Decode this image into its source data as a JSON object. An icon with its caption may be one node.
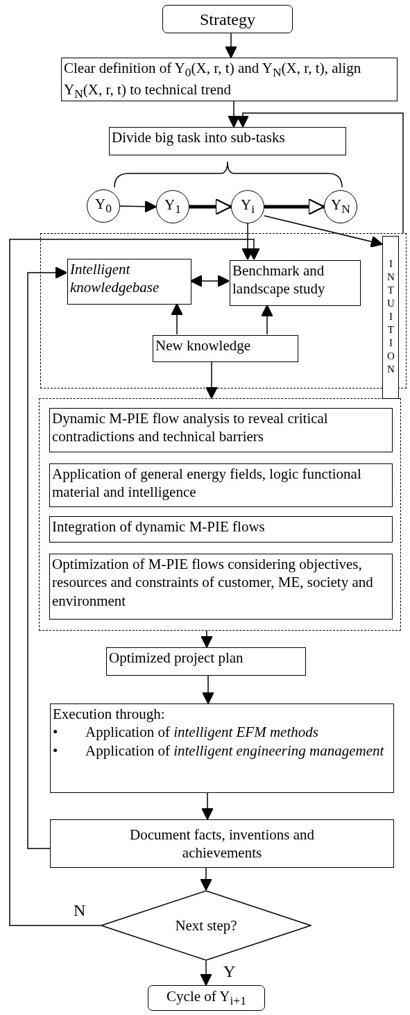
{
  "diagram": {
    "nodes": [
      {
        "text": [
          "Strategy"
        ]
      },
      {
        "text": [
          "Clear definition of Y$_{0}$(X, r, t) and Y$_{N}$(X, r, t), align Y$_{N}$(X, r, t) to technical trend"
        ]
      },
      {
        "text": [
          "Divide big task into sub-tasks"
        ]
      },
      {
        "text": [
          "Y$_{0}$"
        ]
      },
      {
        "text": [
          "Y$_{1}$"
        ]
      },
      {
        "text": [
          "Y$_{i}$"
        ]
      },
      {
        "text": [
          "Y$_{N}$"
        ]
      },
      {
        "text": [],
        "shape": "box"
      },
      {
        "text": [
          "Intelligent knowledgebase"
        ],
        "in": 7
      },
      {
        "text": [
          "Benchmark and landscape study"
        ],
        "in": 7
      },
      {
        "text": [
          "New knowledge"
        ],
        "in": 7
      },
      {
        "text": [
          "INTUITION"
        ]
      },
      {
        "text": [],
        "shape": "box"
      },
      {
        "text": [
          "Dynamic M-PIE flow analysis to reveal critical contradictions and technical barriers"
        ],
        "in": 12
      },
      {
        "text": [
          "Application of general energy fields, logic functional material and intelligence"
        ],
        "in": 12
      },
      {
        "text": [
          "Integration of dynamic M-PIE flows"
        ],
        "in": 12
      },
      {
        "text": [
          "Optimization of M-PIE flows considering objectives, resources and constraints of customer, ME, society and environment"
        ],
        "in": 12
      },
      {
        "text": [
          "Optimized project plan"
        ]
      },
      {
        "text": [
          "Execution through:",
          "•",
          "Application of *intelligent EFM methods*",
          "•",
          "Application of *intelligent engineering management*"
        ]
      },
      {
        "text": [
          "Document facts, inventions and achievements"
        ]
      },
      {
        "text": [
          "Next step?"
        ]
      },
      {
        "text": [
          "Cycle of Y$_{i+1}$"
        ]
      }
    ],
    "edges": [
      {
        "from": 0,
        "to": 1,
        "arrow": "to"
      },
      {
        "from": 1,
        "to": 2,
        "arrow": "to"
      },
      {
        "from": 7,
        "to": 2,
        "arrow": "to"
      },
      {
        "from": 3,
        "to": 4,
        "arrow": "to"
      },
      {
        "from": 4,
        "to": 5,
        "arrow": "to",
        "style": "thick"
      },
      {
        "from": 5,
        "to": 6,
        "arrow": "to",
        "style": "thick"
      },
      {
        "from": 5,
        "to": 11,
        "arrow": "to"
      },
      {
        "from": 5,
        "to": 9,
        "arrow": "to"
      },
      {
        "from": 20,
        "to": 9,
        "arrow": "to",
        "label": "N"
      },
      {
        "from": 19,
        "to": 8,
        "arrow": "to"
      },
      {
        "from": 8,
        "to": 9,
        "arrow": "both"
      },
      {
        "from": 10,
        "to": 8,
        "arrow": "to"
      },
      {
        "from": 10,
        "to": 9,
        "arrow": "to"
      },
      {
        "from": 10,
        "to": 12,
        "arrow": "to"
      },
      {
        "from": 12,
        "to": 17,
        "arrow": "to"
      },
      {
        "from": 17,
        "to": 18,
        "arrow": "to"
      },
      {
        "from": 18,
        "to": 19,
        "arrow": "to"
      },
      {
        "from": 19,
        "to": 20,
        "arrow": "to"
      },
      {
        "from": 20,
        "to": 21,
        "arrow": "to",
        "label": "Y"
      }
    ]
  }
}
